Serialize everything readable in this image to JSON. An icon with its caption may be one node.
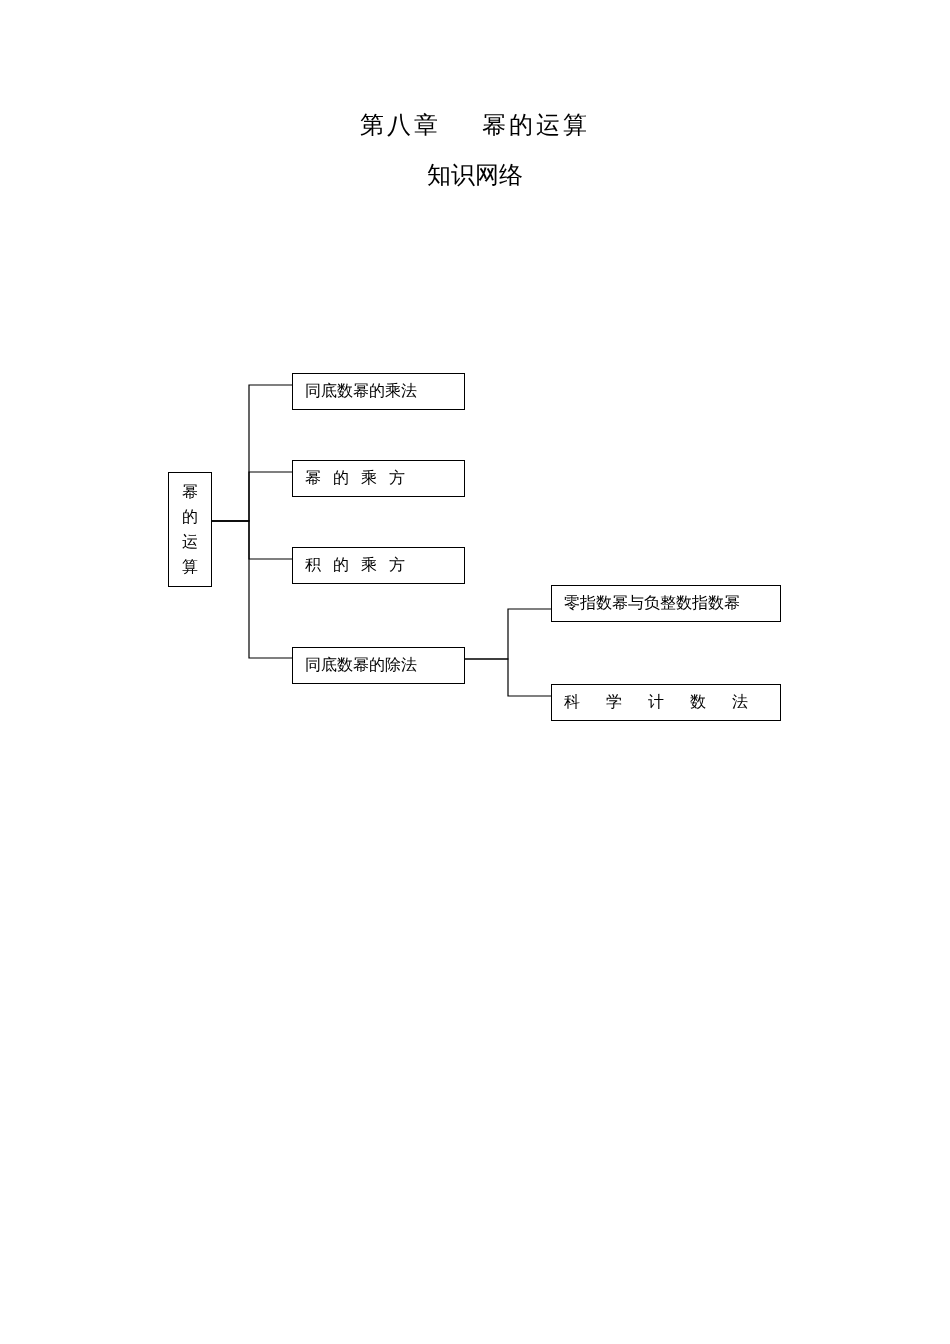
{
  "diagram": {
    "title": "第八章 幂的运算",
    "nodes": [
      {
        "text": [
          "幂的运算"
        ]
      },
      {
        "text": [
          "同底数幂的乘法"
        ]
      },
      {
        "text": [
          "幂的乘方"
        ]
      },
      {
        "text": [
          "积的乘方"
        ]
      },
      {
        "text": [
          "同底数幂的除法"
        ]
      },
      {
        "text": [
          "零指数幂与负整数指数幂"
        ]
      },
      {
        "text": [
          "科学计数法"
        ]
      }
    ],
    "edges": [
      {
        "from": 0,
        "to": 1,
        "arrow": "none"
      },
      {
        "from": 0,
        "to": 2,
        "arrow": "none"
      },
      {
        "from": 0,
        "to": 3,
        "arrow": "none"
      },
      {
        "from": 0,
        "to": 4,
        "arrow": "none"
      },
      {
        "from": 4,
        "to": 5,
        "arrow": "none"
      },
      {
        "from": 4,
        "to": 6,
        "arrow": "none"
      }
    ],
    "labels": [
      "知识网络"
    ]
  }
}
